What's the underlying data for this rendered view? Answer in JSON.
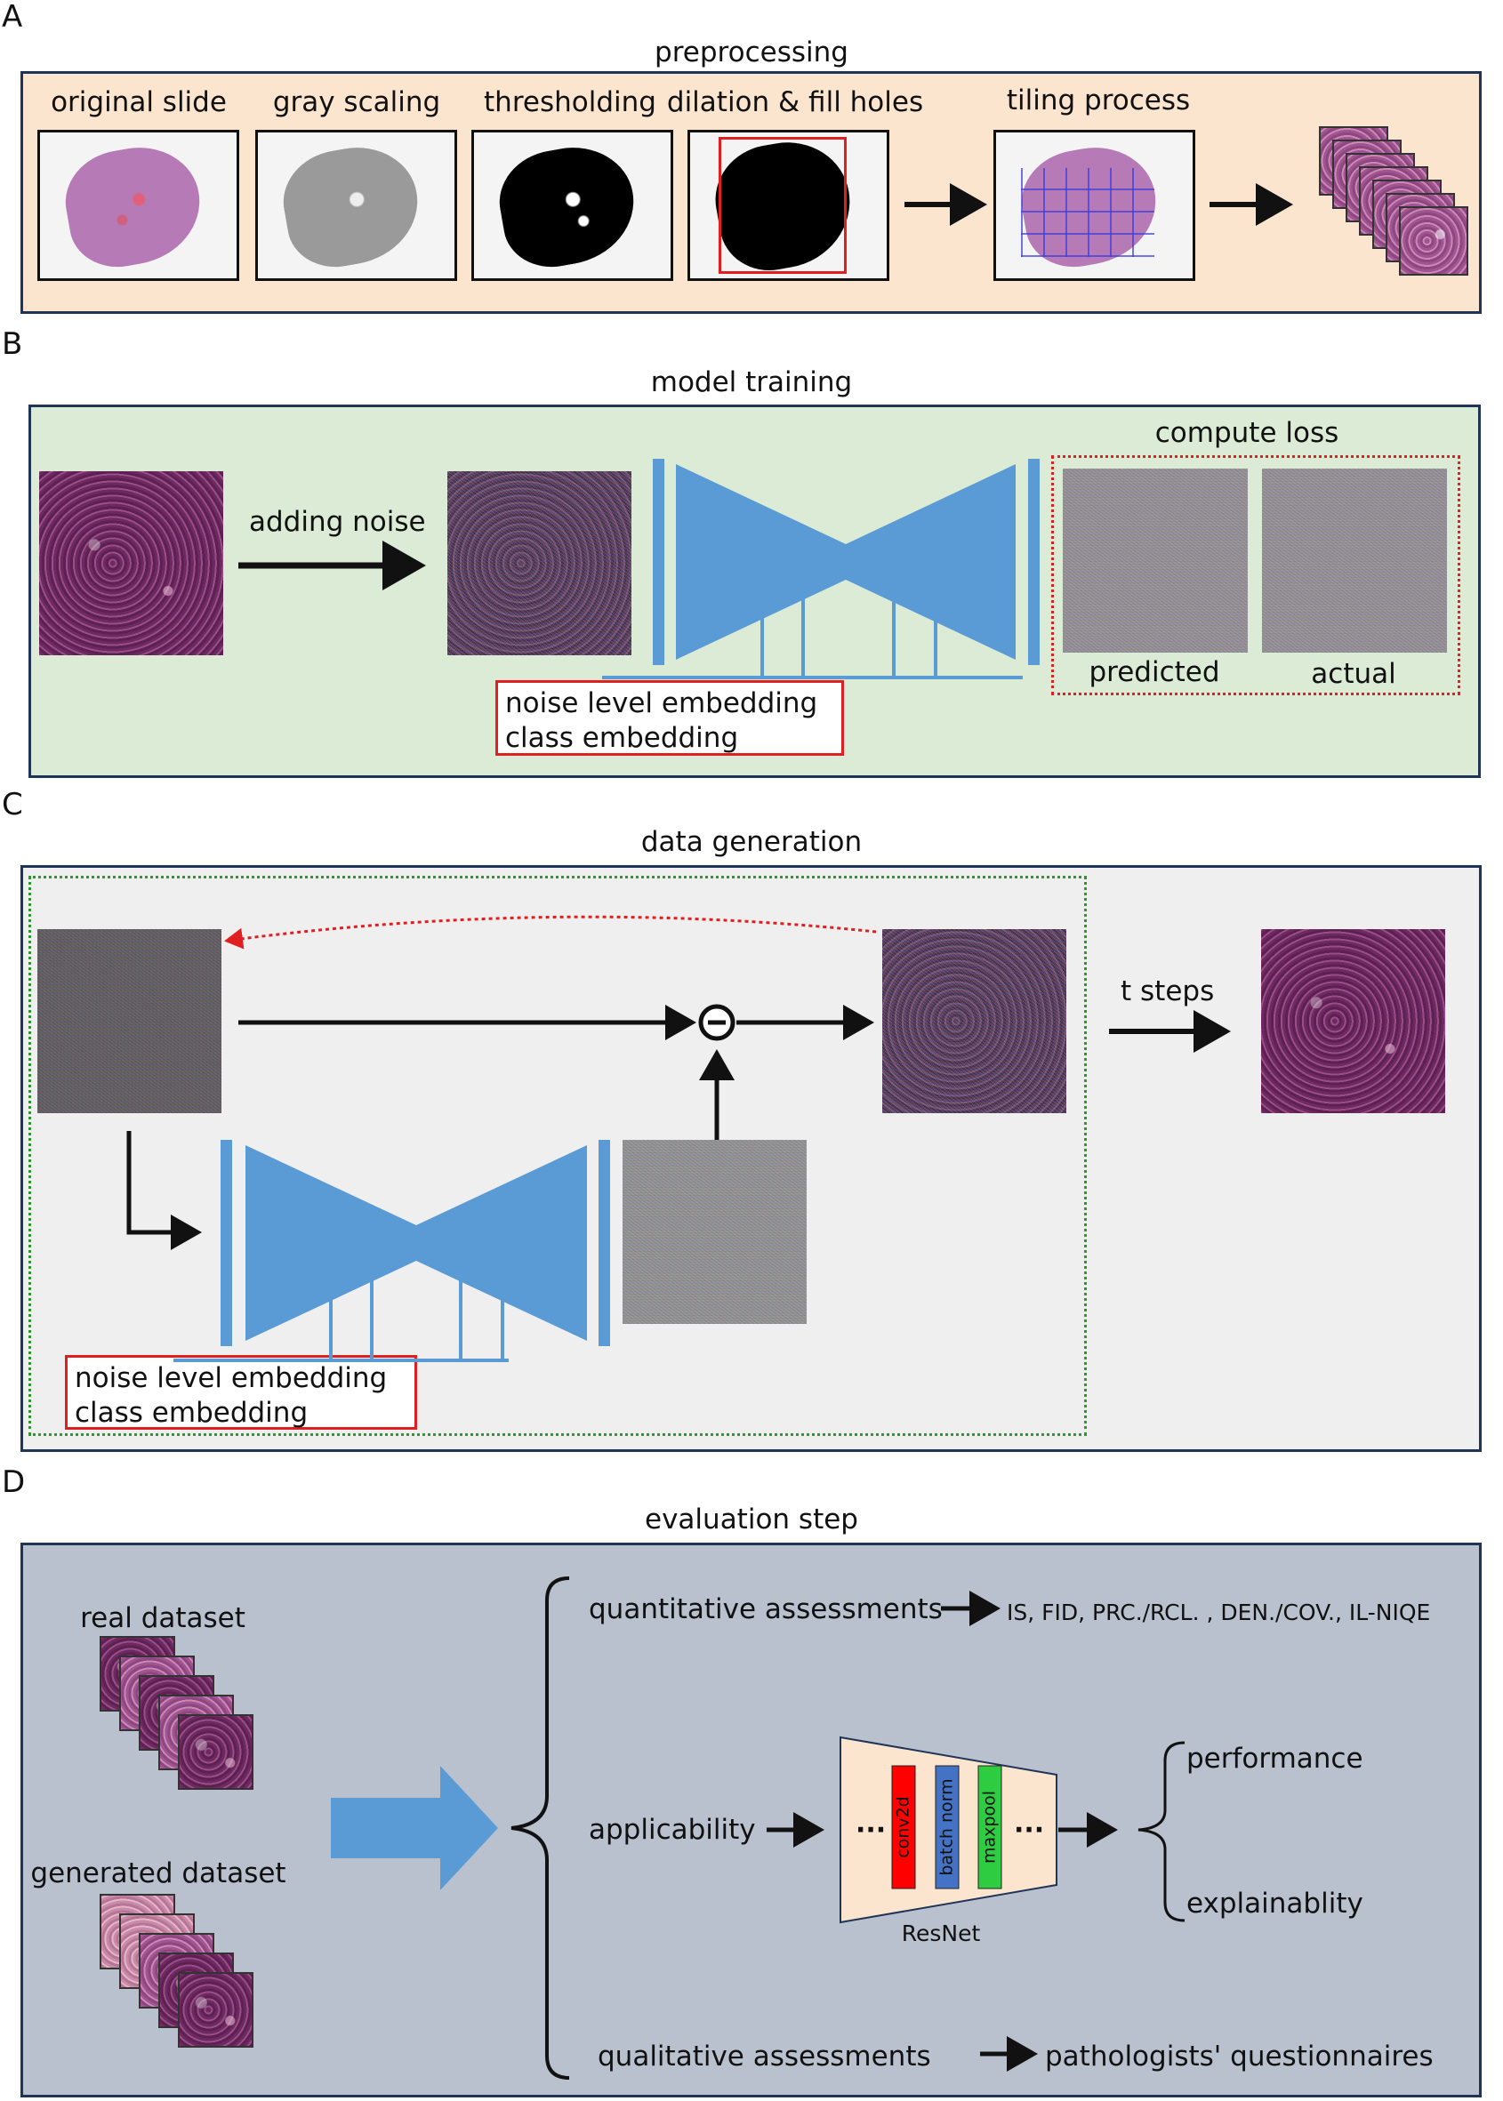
{
  "panel_letters": {
    "a": "A",
    "b": "B",
    "c": "C",
    "d": "D"
  },
  "preprocessing": {
    "title": "preprocessing",
    "steps": [
      "original slide",
      "gray scaling",
      "thresholding",
      "dilation & fill holes",
      "tiling process"
    ]
  },
  "training": {
    "title": "model training",
    "adding_noise": "adding noise",
    "encoder": "encoder",
    "decoder": "decoder",
    "compute_loss": "compute loss",
    "predicted": "predicted",
    "actual": "actual",
    "embed1": "noise level embedding",
    "embed2": "class embedding"
  },
  "generation": {
    "title": "data generation",
    "encoder": "encoder",
    "decoder": "decoder",
    "t_steps": "t steps",
    "embed1": "noise level embedding",
    "embed2": "class embedding"
  },
  "evaluation": {
    "title": "evaluation step",
    "real": "real dataset",
    "generated": "generated dataset",
    "quantitative": "quantitative assessments",
    "metrics": "IS, FID, PRC./RCL. , DEN./COV., IL-NIQE",
    "applicability": "applicability",
    "conv": "conv2d",
    "bn": "batch norm",
    "pool": "maxpool",
    "resnet": "ResNet",
    "performance": "performance",
    "explainability": "explainablity",
    "qualitative": "qualitative assessments",
    "questionnaires": "pathologists' questionnaires"
  },
  "colors": {
    "panel_a_bg": "#fbe5cf",
    "panel_b_bg": "#dbebd6",
    "panel_c_bg": "#efefef",
    "panel_d_bg": "#b9c1cf",
    "unet_blue": "#5b9bd5",
    "red_box": "#e02020",
    "conv_red": "#ff0000",
    "bn_blue": "#4472c4",
    "pool_green": "#2ecc40",
    "resnet_body": "#fbe5cf"
  }
}
